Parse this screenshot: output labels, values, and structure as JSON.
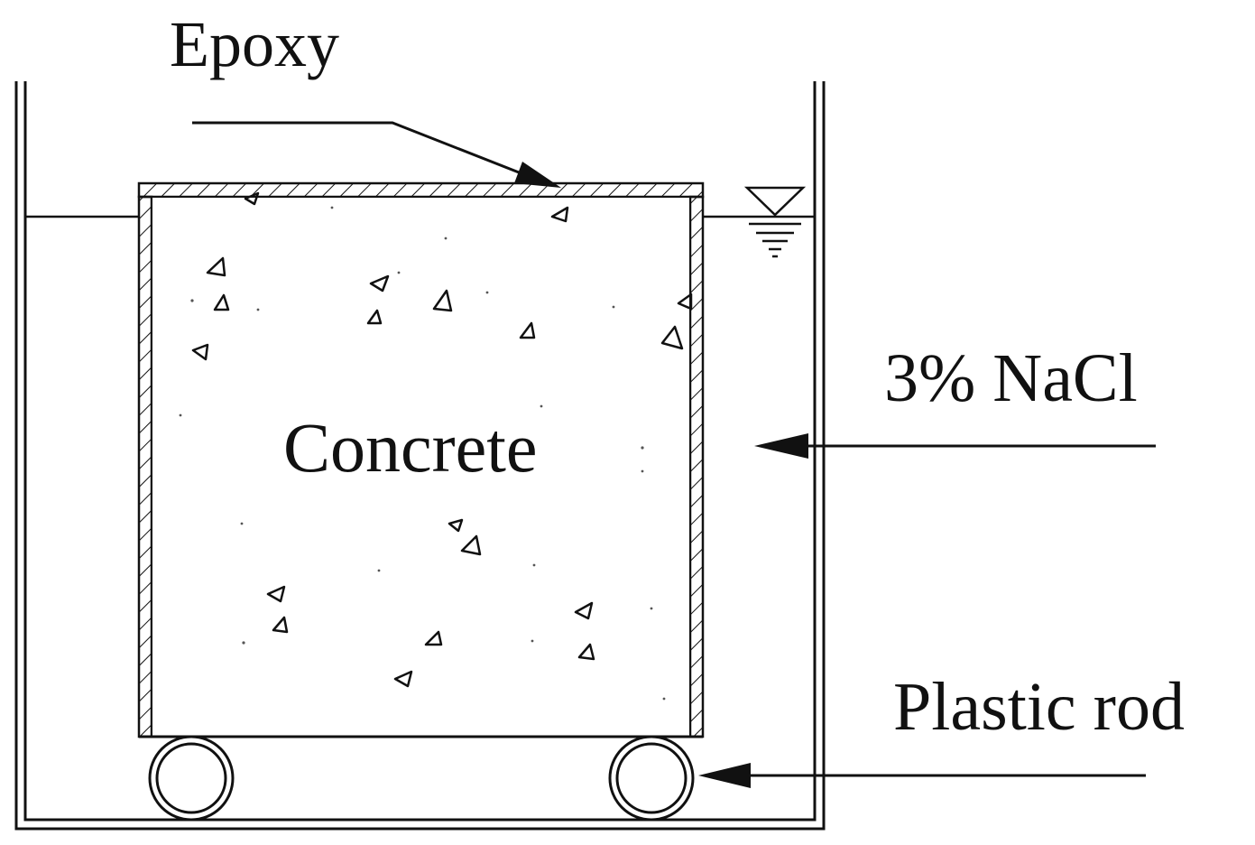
{
  "labels": {
    "epoxy": "Epoxy",
    "concrete": "Concrete",
    "solution": "3% NaCl",
    "rod": "Plastic rod"
  },
  "colors": {
    "ink": "#111111",
    "background": "#ffffff"
  }
}
